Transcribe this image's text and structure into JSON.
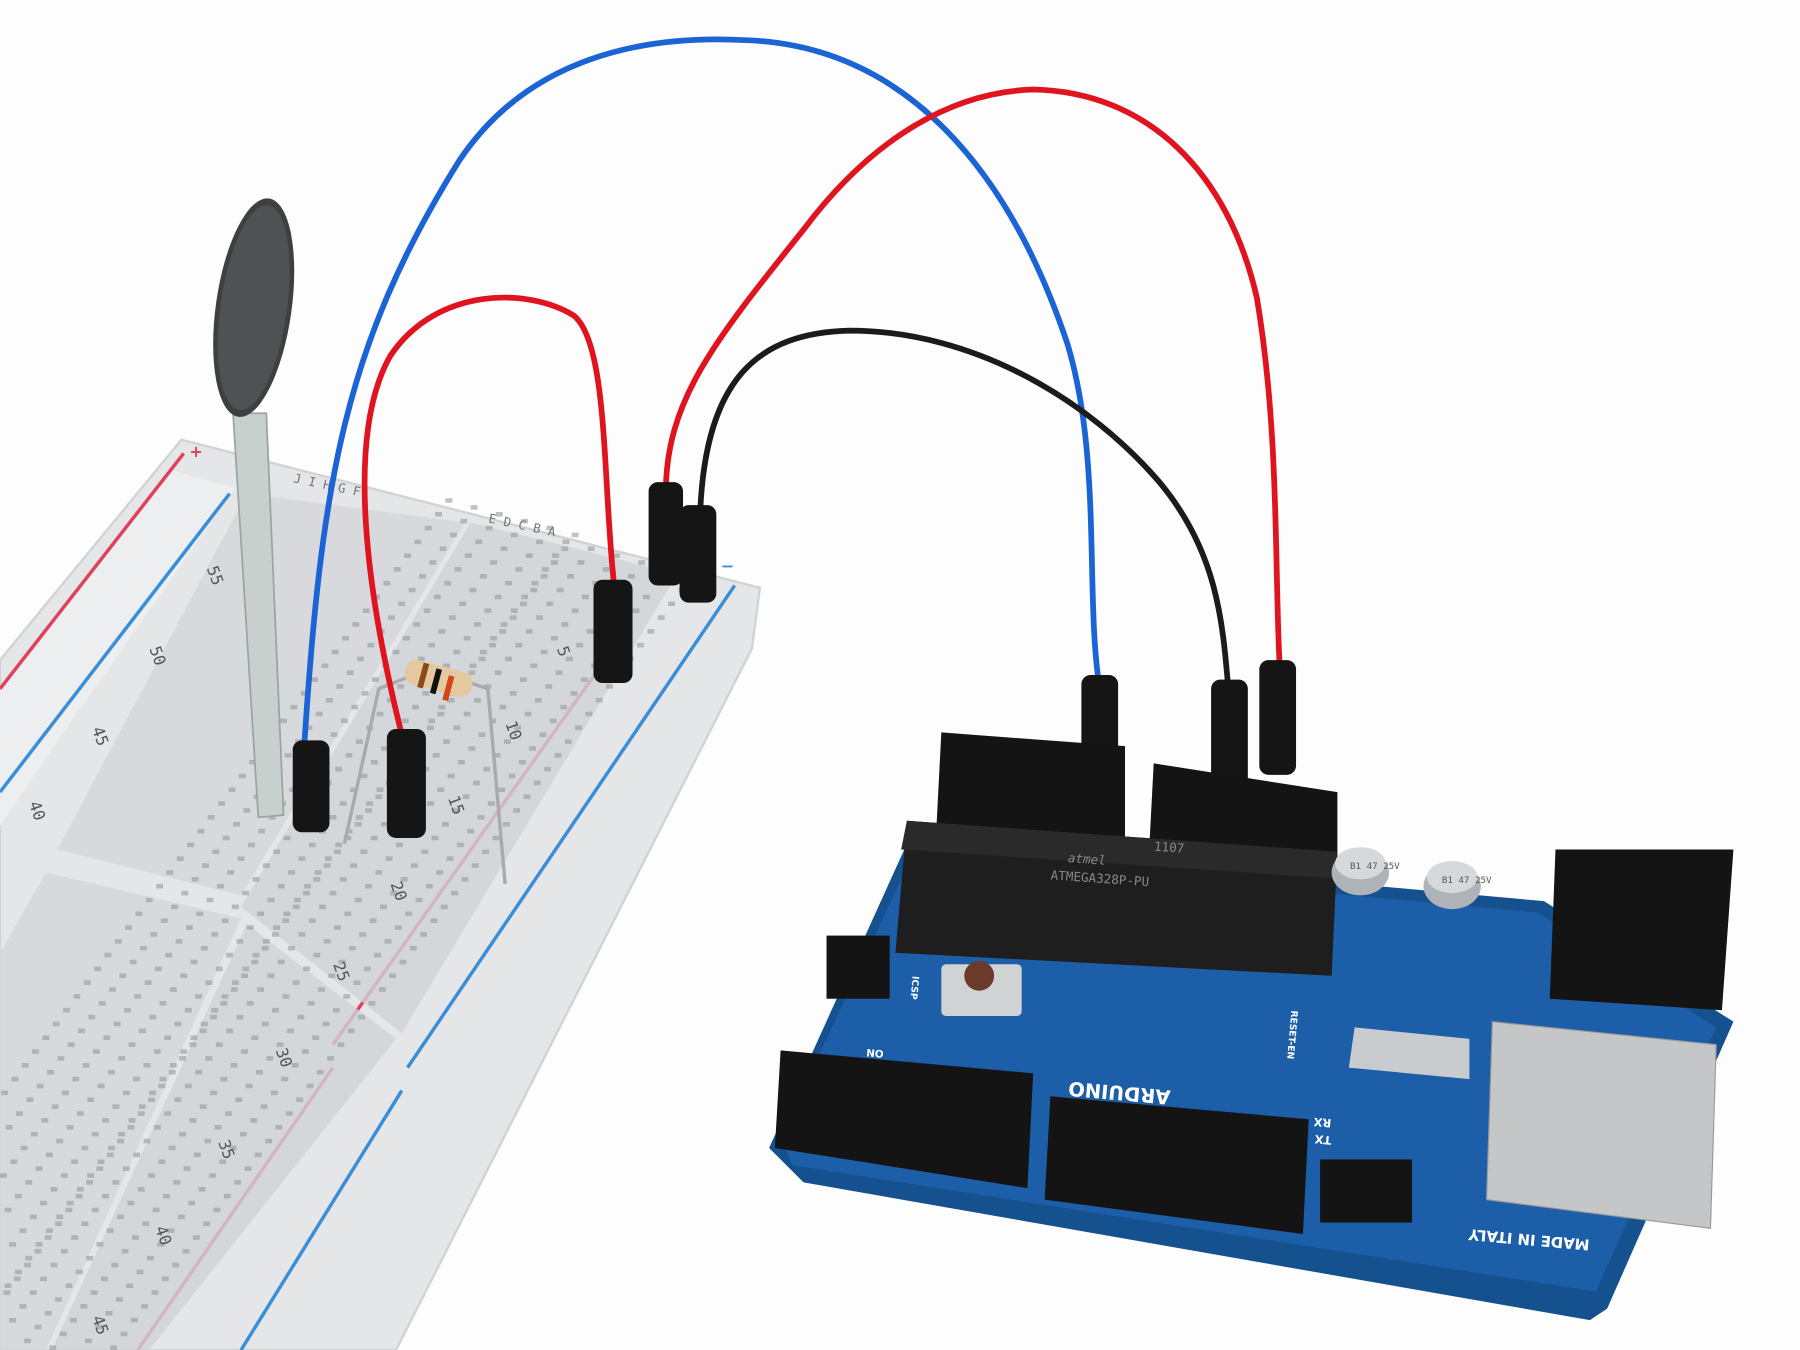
{
  "colors": {
    "background": "#fdfdfd",
    "pcb": "#1c5fa8",
    "wire_blue": "#1a64d6",
    "wire_red": "#e0141e",
    "wire_black": "#1b1b1b",
    "breadboard": "#e6e8ea",
    "rail_red": "#e0405a",
    "rail_blue": "#3a8ed8"
  },
  "breadboard": {
    "row_numbers": [
      "5",
      "10",
      "15",
      "20",
      "25",
      "30",
      "35",
      "40",
      "45",
      "50",
      "55",
      "40",
      "45"
    ],
    "column_letters_left": "J I H G F",
    "column_letters_right": "E D C B A",
    "rail_plus": "+",
    "rail_minus": "−"
  },
  "arduino": {
    "brand": "ARDUINO",
    "chip_maker": "atmel",
    "chip_code": "1107",
    "chip_model": "ATMEGA328P-PU",
    "cap_label_1": "B1 47 25V",
    "cap_label_2": "B1 47 25V",
    "reset_label": "RESET-EN",
    "icsp_label": "ICSP",
    "on_label": "ON",
    "tx_label": "TX",
    "rx_label": "RX",
    "made_in": "MADE IN ITALY"
  }
}
